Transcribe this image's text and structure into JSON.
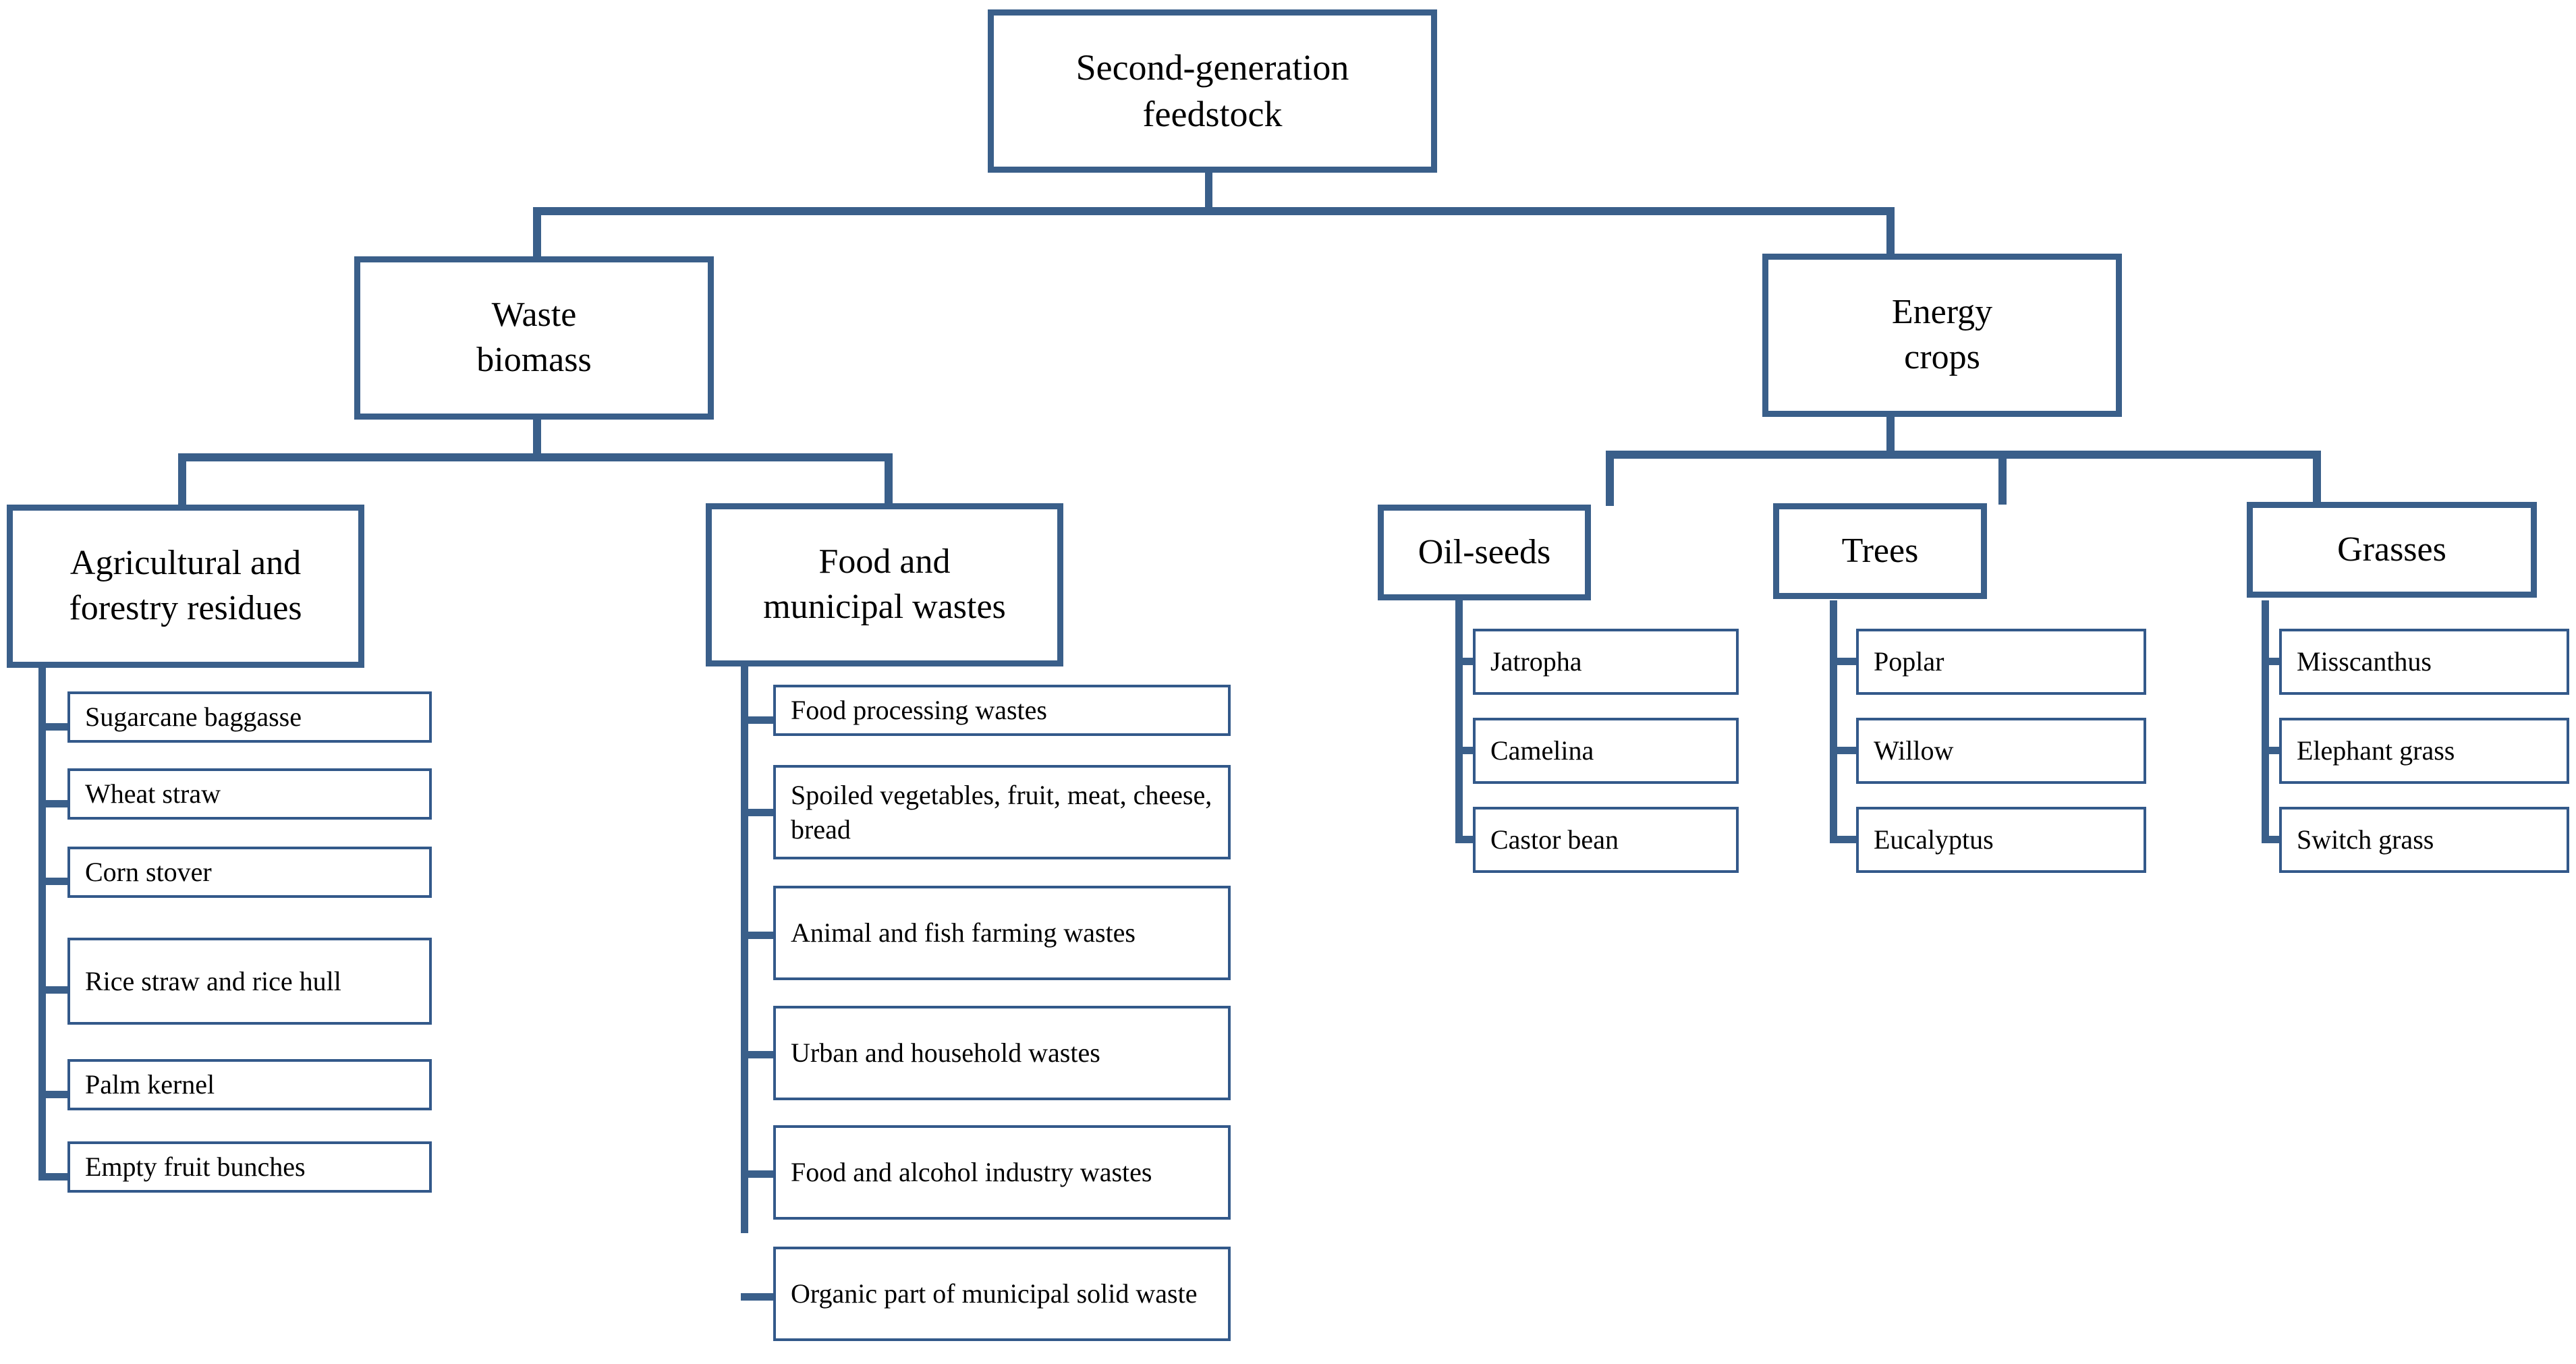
{
  "diagram": {
    "title_text": "Second-generation feedstock",
    "colors": {
      "border": "#3A5F8A",
      "leaf_border": "#33598A",
      "connector": "#3A5F8A",
      "background": "#FFFFFF",
      "text": "#000000"
    },
    "root": {
      "label": "Second-generation feedstock",
      "line1": "Second-generation",
      "line2": "feedstock"
    },
    "branches": [
      {
        "id": "waste-biomass",
        "label": "Waste biomass",
        "line1": "Waste",
        "line2": "biomass",
        "categories": [
          {
            "id": "agricultural-and-forestry-residues",
            "label": "Agricultural and forestry residues",
            "line1": "Agricultural and",
            "line2": "forestry residues",
            "items": [
              {
                "label": "Sugarcane baggasse"
              },
              {
                "label": "Wheat straw"
              },
              {
                "label": "Corn stover"
              },
              {
                "label": "Rice straw and rice hull"
              },
              {
                "label": "Palm kernel"
              },
              {
                "label": "Empty fruit bunches"
              }
            ]
          },
          {
            "id": "food-and-municipal-wastes",
            "label": "Food and municipal wastes",
            "line1": "Food and",
            "line2": "municipal wastes",
            "items": [
              {
                "label": "Food processing wastes"
              },
              {
                "label": "Spoiled vegetables, fruit, meat, cheese, bread"
              },
              {
                "label": "Animal and fish farming wastes"
              },
              {
                "label": "Urban and household wastes"
              },
              {
                "label": "Food and alcohol industry wastes"
              },
              {
                "label": "Organic part of municipal solid waste"
              }
            ]
          }
        ]
      },
      {
        "id": "energy-crops",
        "label": "Energy crops",
        "line1": "Energy",
        "line2": "crops",
        "categories": [
          {
            "id": "oil-seeds",
            "label": "Oil-seeds",
            "line1": "Oil-seeds",
            "line2": "",
            "items": [
              {
                "label": "Jatropha"
              },
              {
                "label": "Camelina"
              },
              {
                "label": "Castor bean"
              }
            ]
          },
          {
            "id": "trees",
            "label": "Trees",
            "line1": "Trees",
            "line2": "",
            "items": [
              {
                "label": "Poplar"
              },
              {
                "label": "Willow"
              },
              {
                "label": "Eucalyptus"
              }
            ]
          },
          {
            "id": "grasses",
            "label": "Grasses",
            "line1": "Grasses",
            "line2": "",
            "items": [
              {
                "label": "Misscanthus"
              },
              {
                "label": "Elephant grass"
              },
              {
                "label": "Switch grass"
              }
            ]
          }
        ]
      }
    ]
  }
}
